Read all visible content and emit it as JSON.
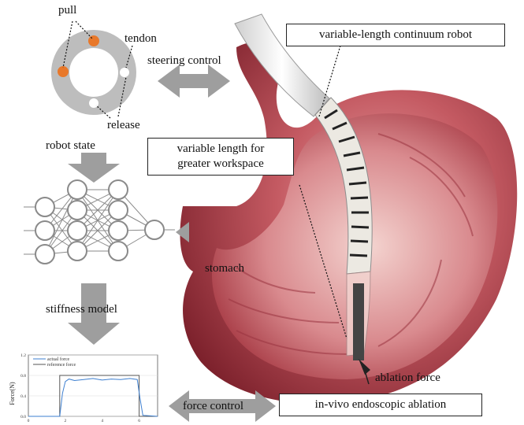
{
  "labels": {
    "pull": "pull",
    "tendon": "tendon",
    "release": "release",
    "steering_control": "steering control",
    "robot_state": "robot state",
    "stiffness_model": "stiffness model",
    "force_control": "force control",
    "stomach": "stomach",
    "ablation_force": "ablation force"
  },
  "boxes": {
    "continuum_robot": "variable-length continuum robot",
    "workspace_line1": "variable length for",
    "workspace_line2": "greater workspace",
    "ablation": "in-vivo endoscopic ablation"
  },
  "colors": {
    "pull_tendon": "#e8782a",
    "ring": "#bdbdbd",
    "arrow": "#9e9e9e",
    "stomach": "#b8444c",
    "stomach_dark": "#7a1f2a",
    "robot_body": "#ece9e2",
    "neural_net": "#8a8a8a",
    "actual_line": "#3d7fd0",
    "reference_line": "#555555"
  },
  "chart_data": {
    "type": "line",
    "ylabel": "Force(N)",
    "x_ticks": [
      "0",
      "2",
      "4",
      "6"
    ],
    "y_ticks": [
      "0.0",
      "0.4",
      "0.8",
      "1.2"
    ],
    "xlim": [
      0,
      7
    ],
    "ylim": [
      0,
      1.2
    ],
    "series": [
      {
        "name": "actual force",
        "x": [
          0,
          1.7,
          1.85,
          2.0,
          2.2,
          2.5,
          3.0,
          3.5,
          4.0,
          4.5,
          5.0,
          5.5,
          5.9,
          6.05,
          6.2,
          7.0
        ],
        "values": [
          0.0,
          0.0,
          0.45,
          0.68,
          0.73,
          0.7,
          0.72,
          0.74,
          0.71,
          0.73,
          0.72,
          0.74,
          0.72,
          0.35,
          0.02,
          0.0
        ]
      },
      {
        "name": "reference force",
        "x": [
          0,
          1.7,
          1.7,
          6.0,
          6.0,
          7.0
        ],
        "values": [
          0.0,
          0.0,
          0.8,
          0.8,
          0.0,
          0.0
        ]
      }
    ]
  }
}
